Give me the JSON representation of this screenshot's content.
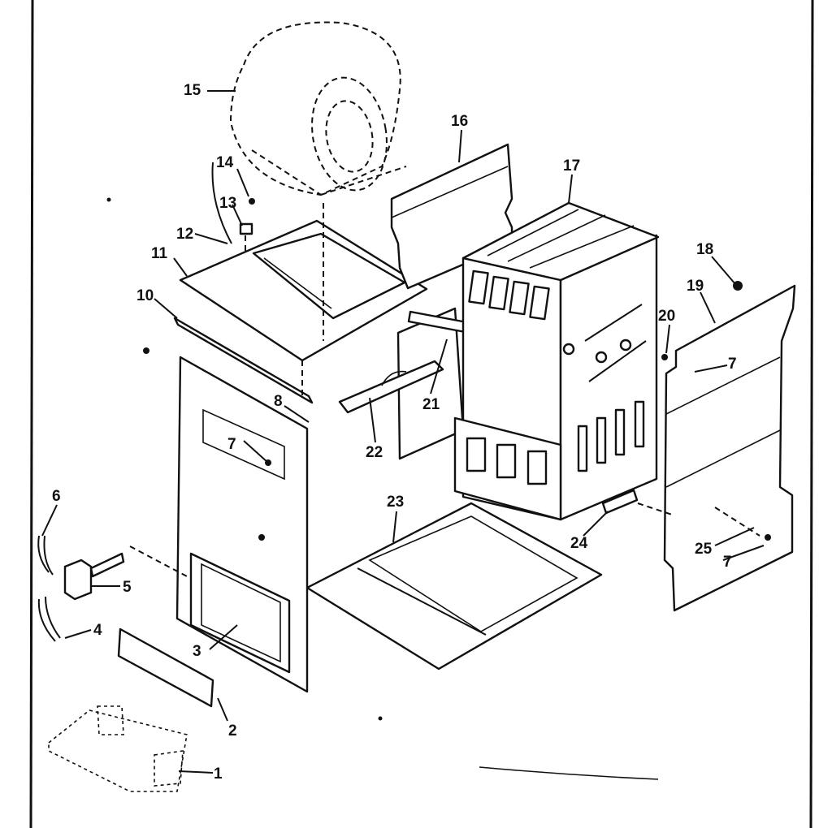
{
  "callouts": {
    "c1": "1",
    "c2": "2",
    "c3": "3",
    "c4": "4",
    "c5": "5",
    "c6": "6",
    "c7a": "7",
    "c7b": "7",
    "c7c": "7",
    "c8": "8",
    "c10": "10",
    "c11": "11",
    "c12": "12",
    "c13": "13",
    "c14": "14",
    "c15": "15",
    "c16": "16",
    "c17": "17",
    "c18": "18",
    "c19": "19",
    "c20": "20",
    "c21": "21",
    "c22": "22",
    "c23": "23",
    "c24": "24",
    "c25": "25"
  }
}
